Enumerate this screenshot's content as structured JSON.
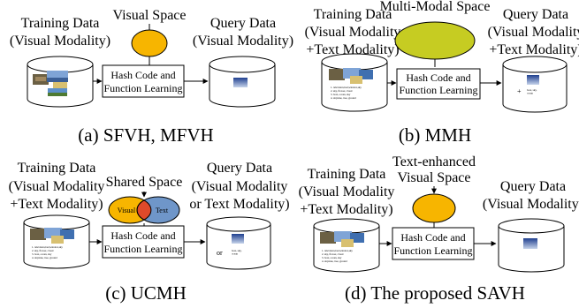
{
  "colors": {
    "orange_space": "#f7b500",
    "olive_space": "#c6cc22",
    "text_space": "#6f96c9",
    "overlap": "#e04a2a",
    "stroke": "#000000"
  },
  "panels": {
    "a": {
      "caption": "(a)  SFVH, MFVH",
      "training_l1": "Training Data",
      "training_l2": "(Visual Modality)",
      "space_label": "Visual Space",
      "box_l1": "Hash Code and",
      "box_l2": "Function Learning",
      "query_l1": "Query Data",
      "query_l2": "(Visual Modality)"
    },
    "b": {
      "caption": "(b)  MMH",
      "training_l1": "Training Data",
      "training_l2": "(Visual Modality",
      "training_l3": "+Text Modality)",
      "space_label": "Multi-Modal Space",
      "box_l1": "Hash Code and",
      "box_l2": "Function Learning",
      "query_l1": "Query Data",
      "query_l2": "(Visual Modality",
      "query_l3": "+Text Modality)",
      "plus": "+",
      "query_text": "boat, sky,\nocean"
    },
    "c": {
      "caption": "(c)  UCMH",
      "training_l1": "Training Data",
      "training_l2": "(Visual Modality",
      "training_l3": "+Text Modality)",
      "space_label": "Shared Space",
      "visual_label": "Visual",
      "text_label": "Text",
      "box_l1": "Hash Code and",
      "box_l2": "Function Learning",
      "query_l1": "Query Data",
      "query_l2": "(Visual Modality",
      "query_l3": "or Text Modality)",
      "or": "or",
      "query_text": "boat, sky,\nocean"
    },
    "d": {
      "caption": "(d)  The proposed SAVH",
      "training_l1": "Training Data",
      "training_l2": "(Visual Modality",
      "training_l3": "+Text Modality)",
      "space_l1": "Text-enhanced",
      "space_l2": "Visual Space",
      "box_l1": "Hash Code and",
      "box_l2": "Function Learning",
      "query_l1": "Query Data",
      "query_l2": "(Visual Modality)"
    }
  },
  "tag_list": [
    "1. television,bed,window,sky",
    "2. sky, flower, cloud",
    "3. boat, ocean, sky",
    "4. airplane, tree, ground"
  ]
}
